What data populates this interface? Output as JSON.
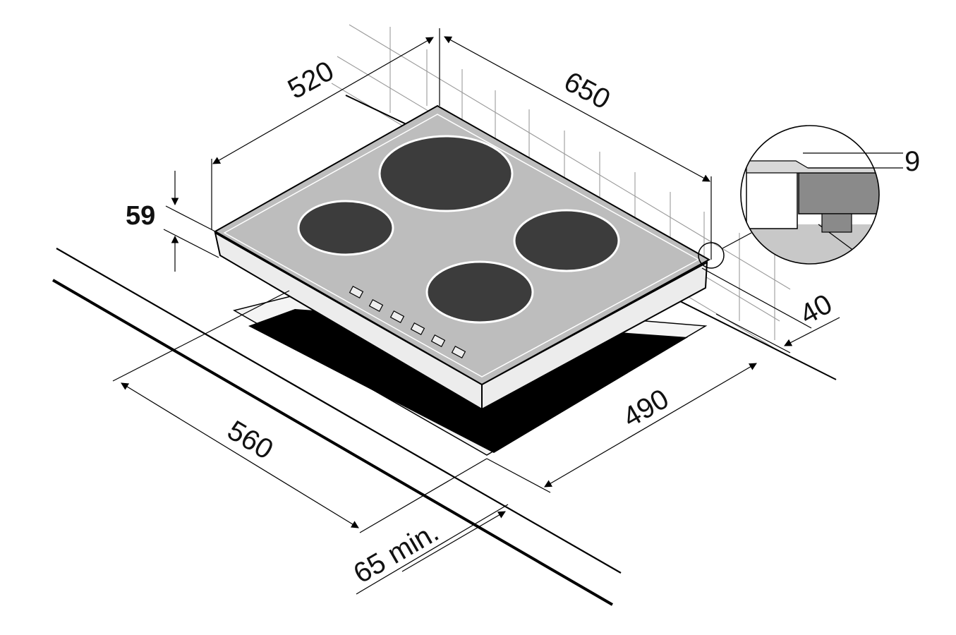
{
  "dimensions": {
    "depth": "520",
    "width": "650",
    "height": "59",
    "glass_thickness": "9",
    "cutout_depth_from_wall": "40",
    "cutout_width": "560",
    "cutout_depth": "490",
    "front_clearance": "65 min."
  },
  "colors": {
    "glass_top": "#bdbdbd",
    "burner": "#3c3c3c",
    "frame_side": "#ececec",
    "cutout": "#000000",
    "grid": "#9a9a9a",
    "detail_body": "#8a8a8a"
  }
}
